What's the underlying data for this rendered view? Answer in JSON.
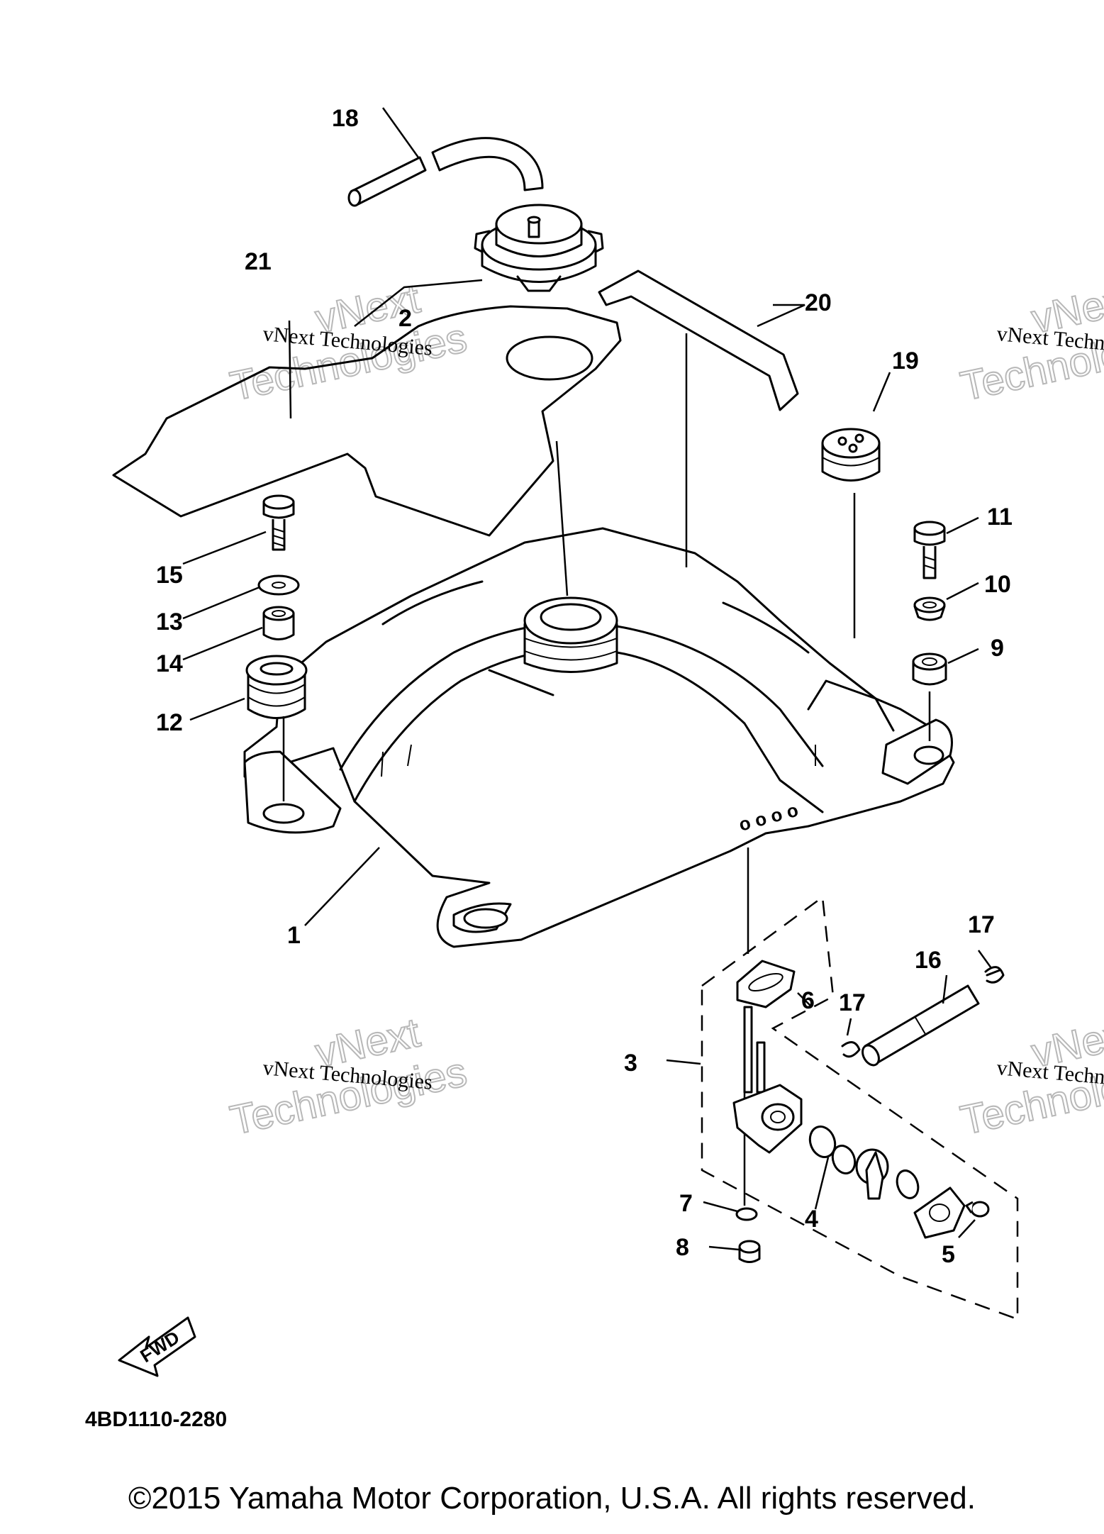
{
  "callouts": [
    "1",
    "2",
    "3",
    "4",
    "5",
    "6",
    "7",
    "8",
    "9",
    "10",
    "11",
    "12",
    "13",
    "14",
    "15",
    "16",
    "17",
    "17",
    "18",
    "19",
    "20",
    "21"
  ],
  "watermark": {
    "line1": "vNext Technologies",
    "big_word1": "vNext",
    "big_word2": "Technologies"
  },
  "fwd_label": "FWD",
  "diagram_code": "4BD1110-2280",
  "copyright": "©2015 Yamaha Motor Corporation, U.S.A. All rights reserved."
}
